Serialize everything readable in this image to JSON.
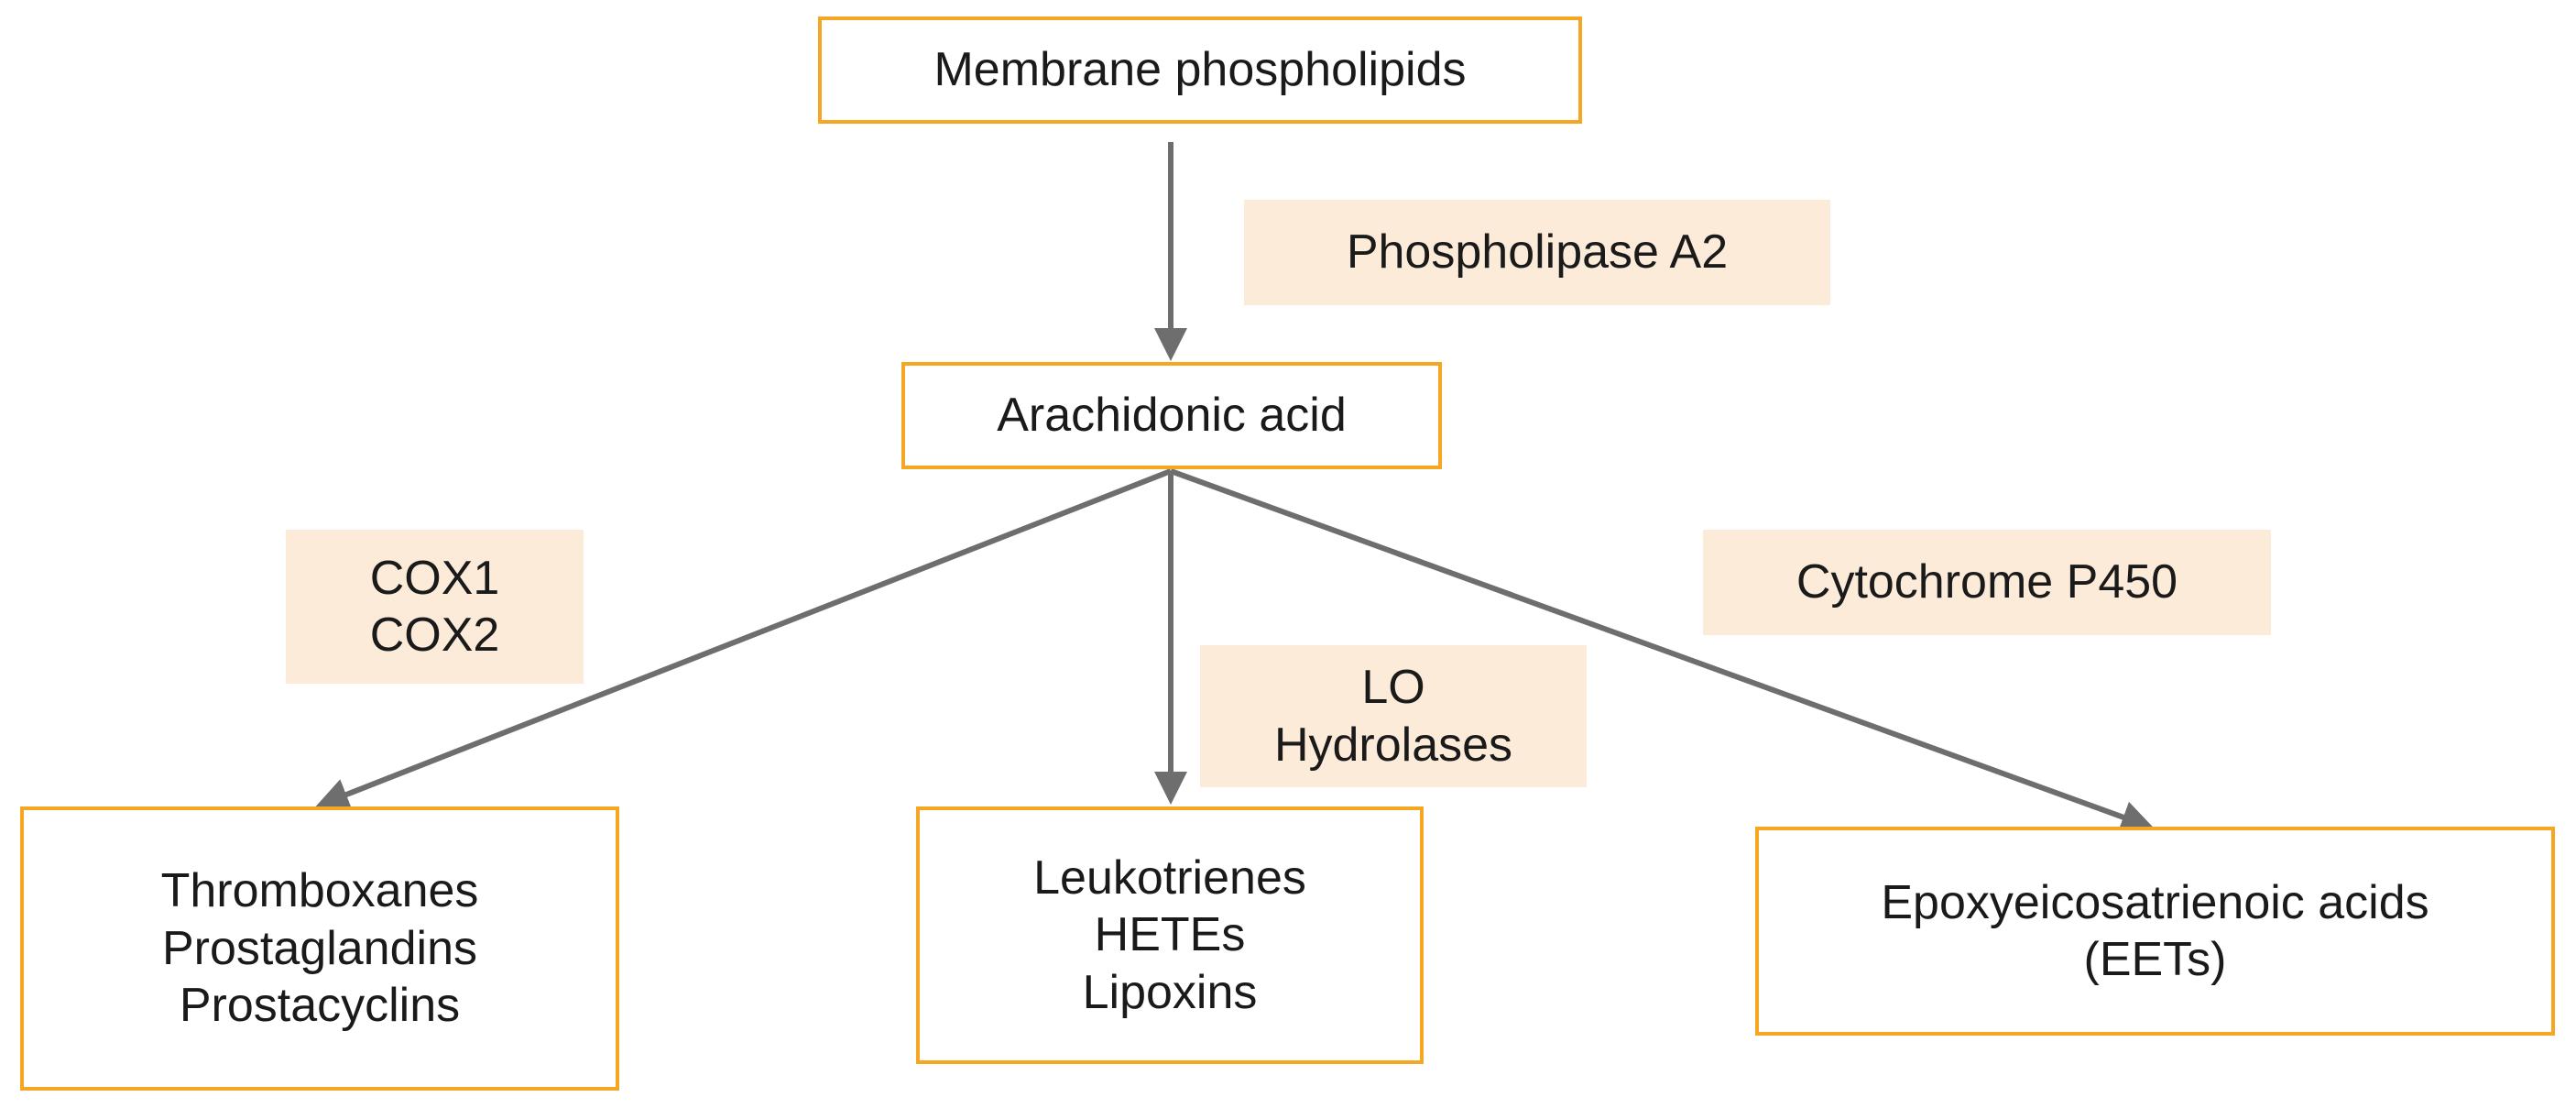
{
  "diagram": {
    "nodes": [
      {
        "id": "membrane",
        "lines": [
          "Membrane phospholipids"
        ]
      },
      {
        "id": "arachidonic",
        "lines": [
          "Arachidonic acid"
        ]
      },
      {
        "id": "thromb",
        "lines": [
          "Thromboxanes",
          "Prostaglandins",
          "Prostacyclins"
        ]
      },
      {
        "id": "leuko",
        "lines": [
          "Leukotrienes",
          "HETEs",
          "Lipoxins"
        ]
      },
      {
        "id": "eets",
        "lines": [
          "Epoxyeicosatrienoic acids",
          "(EETs)"
        ]
      }
    ],
    "enzymes": [
      {
        "id": "pla2",
        "lines": [
          "Phospholipase A2"
        ]
      },
      {
        "id": "cox",
        "lines": [
          "COX1",
          "COX2"
        ]
      },
      {
        "id": "lo",
        "lines": [
          "LO",
          "Hydrolases"
        ]
      },
      {
        "id": "cyp",
        "lines": [
          "Cytochrome P450"
        ]
      }
    ],
    "edges": [
      {
        "from": "membrane",
        "to": "arachidonic",
        "label": "pla2"
      },
      {
        "from": "arachidonic",
        "to": "thromb",
        "label": "cox"
      },
      {
        "from": "arachidonic",
        "to": "leuko",
        "label": "lo"
      },
      {
        "from": "arachidonic",
        "to": "eets",
        "label": "cyp"
      }
    ],
    "colors": {
      "node_border": "#f5a623",
      "enzyme_fill": "#fdebd9",
      "arrow": "#6e6e6e",
      "text": "#1a1a1a"
    }
  }
}
